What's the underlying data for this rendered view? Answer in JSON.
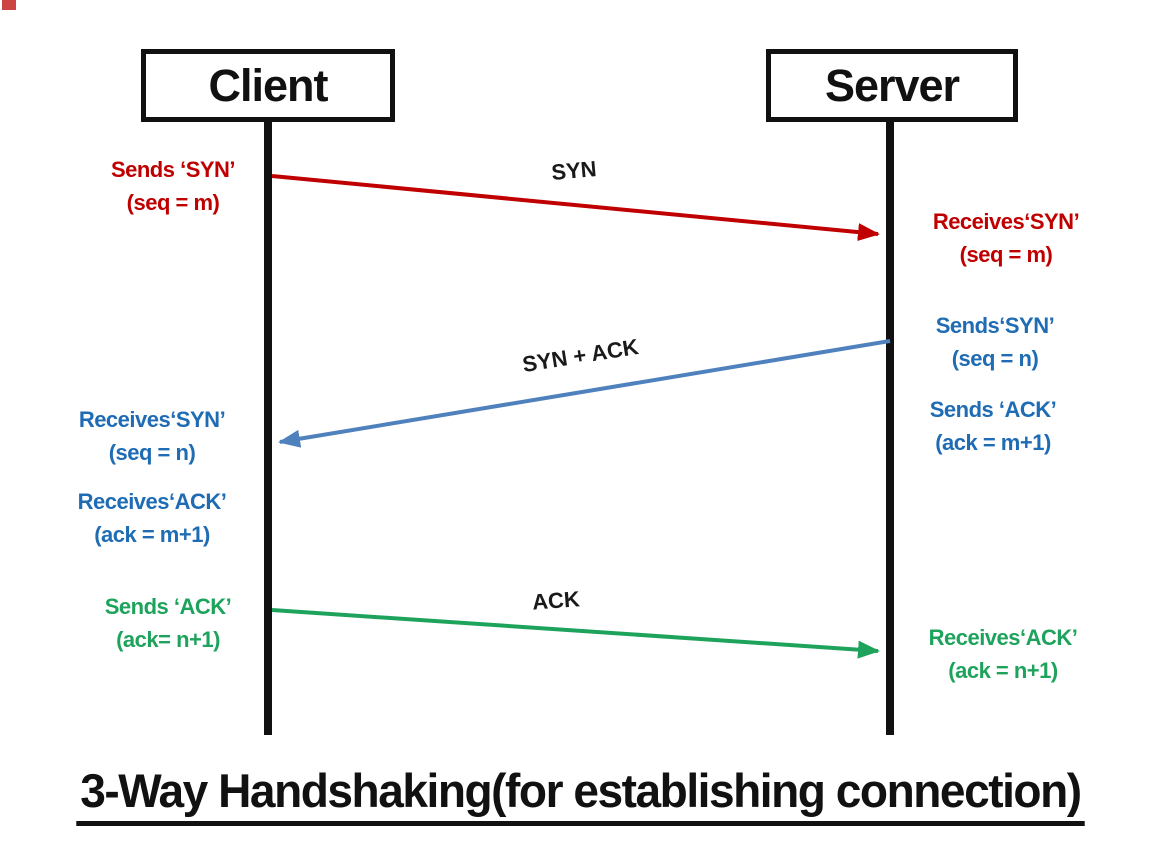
{
  "diagram": {
    "title": "3-Way Handshaking(for establishing connection)",
    "actors": [
      {
        "name": "Client"
      },
      {
        "name": "Server"
      }
    ],
    "colors": {
      "syn_red": "#C00000",
      "synack_arrow_blue": "#4F81BD",
      "synack_text_blue": "#1F6CB4",
      "ack_green": "#1EA35C",
      "ink": "#111111"
    },
    "messages": [
      {
        "label": "SYN",
        "from": "Client",
        "to": "Server",
        "from_notes": [
          "Sends ‘SYN’",
          "(seq = m)"
        ],
        "to_notes": [
          "Receives‘SYN’",
          "(seq = m)"
        ]
      },
      {
        "label": "SYN + ACK",
        "from": "Server",
        "to": "Client",
        "from_notes": [
          "Sends‘SYN’",
          "(seq = n)",
          "Sends ‘ACK’",
          "(ack = m+1)"
        ],
        "to_notes": [
          "Receives‘SYN’",
          "(seq = n)",
          "Receives‘ACK’",
          "(ack = m+1)"
        ]
      },
      {
        "label": "ACK",
        "from": "Client",
        "to": "Server",
        "from_notes": [
          "Sends ‘ACK’",
          "(ack= n+1)"
        ],
        "to_notes": [
          "Receives‘ACK’",
          "(ack = n+1)"
        ]
      }
    ]
  }
}
